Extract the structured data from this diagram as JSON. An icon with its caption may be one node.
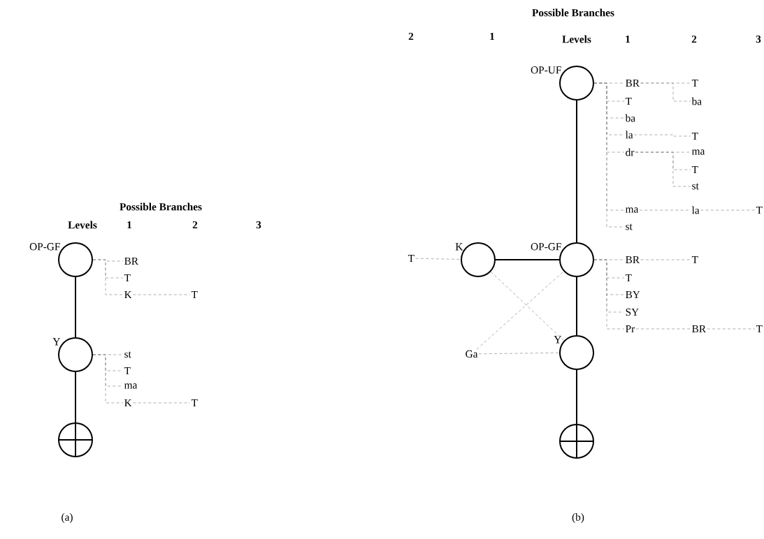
{
  "diagram": {
    "nodes": [
      {
        "text": [],
        "shape": "circle",
        "beside": [
          "OP-GF"
        ]
      },
      {
        "text": [
          "BR"
        ]
      },
      {
        "text": [
          "T"
        ]
      },
      {
        "text": [
          "K"
        ]
      },
      {
        "text": [
          "T"
        ]
      },
      {
        "text": [],
        "shape": "circle",
        "beside": [
          "Y"
        ]
      },
      {
        "text": [
          "st"
        ]
      },
      {
        "text": [
          "T"
        ]
      },
      {
        "text": [
          "ma"
        ]
      },
      {
        "text": [
          "K"
        ]
      },
      {
        "text": [
          "T"
        ]
      },
      {
        "text": [],
        "shape": "junction"
      },
      {
        "text": [],
        "shape": "circle",
        "beside": [
          "OP-UF"
        ]
      },
      {
        "text": [
          "BR"
        ]
      },
      {
        "text": [
          "T"
        ]
      },
      {
        "text": [
          "ba"
        ]
      },
      {
        "text": [
          "T"
        ]
      },
      {
        "text": [
          "ba"
        ]
      },
      {
        "text": [
          "la"
        ]
      },
      {
        "text": [
          "T"
        ]
      },
      {
        "text": [
          "dr"
        ]
      },
      {
        "text": [
          "ma"
        ]
      },
      {
        "text": [
          "T"
        ]
      },
      {
        "text": [
          "st"
        ]
      },
      {
        "text": [
          "ma"
        ]
      },
      {
        "text": [
          "la"
        ]
      },
      {
        "text": [
          "T"
        ]
      },
      {
        "text": [
          "st"
        ]
      },
      {
        "text": [
          "T"
        ]
      },
      {
        "text": [],
        "shape": "circle",
        "beside": [
          "K"
        ]
      },
      {
        "text": [],
        "shape": "circle",
        "beside": [
          "OP-GF"
        ]
      },
      {
        "text": [
          "BR"
        ]
      },
      {
        "text": [
          "T"
        ]
      },
      {
        "text": [
          "T"
        ]
      },
      {
        "text": [
          "BY"
        ]
      },
      {
        "text": [
          "SY"
        ]
      },
      {
        "text": [
          "Pr"
        ]
      },
      {
        "text": [
          "BR"
        ]
      },
      {
        "text": [
          "T"
        ]
      },
      {
        "text": [
          "Ga"
        ]
      },
      {
        "text": [],
        "shape": "circle",
        "beside": [
          "Y"
        ]
      },
      {
        "text": [],
        "shape": "junction"
      }
    ],
    "edges": [
      {
        "from": 0,
        "to": 1,
        "arrow": "none",
        "style": "dashed"
      },
      {
        "from": 0,
        "to": 2,
        "arrow": "none",
        "style": "dashed"
      },
      {
        "from": 0,
        "to": 3,
        "arrow": "none",
        "style": "dashed"
      },
      {
        "from": 3,
        "to": 4,
        "arrow": "none",
        "style": "dashed"
      },
      {
        "from": 5,
        "to": 6,
        "arrow": "none",
        "style": "dashed"
      },
      {
        "from": 5,
        "to": 7,
        "arrow": "none",
        "style": "dashed"
      },
      {
        "from": 5,
        "to": 8,
        "arrow": "none",
        "style": "dashed"
      },
      {
        "from": 5,
        "to": 9,
        "arrow": "none",
        "style": "dashed"
      },
      {
        "from": 9,
        "to": 10,
        "arrow": "none",
        "style": "dashed"
      },
      {
        "from": 0,
        "to": 5,
        "arrow": "none",
        "color": "#000000"
      },
      {
        "from": 5,
        "to": 11,
        "arrow": "none",
        "color": "#000000"
      },
      {
        "from": 12,
        "to": 13,
        "arrow": "none",
        "style": "dashed"
      },
      {
        "from": 13,
        "to": 14,
        "arrow": "none",
        "style": "dashed"
      },
      {
        "from": 13,
        "to": 15,
        "arrow": "none",
        "style": "dashed"
      },
      {
        "from": 12,
        "to": 16,
        "arrow": "none",
        "style": "dashed"
      },
      {
        "from": 12,
        "to": 17,
        "arrow": "none",
        "style": "dashed"
      },
      {
        "from": 12,
        "to": 18,
        "arrow": "none",
        "style": "dashed"
      },
      {
        "from": 18,
        "to": 19,
        "arrow": "none",
        "style": "dashed"
      },
      {
        "from": 12,
        "to": 20,
        "arrow": "none",
        "style": "dashed"
      },
      {
        "from": 20,
        "to": 21,
        "arrow": "none",
        "style": "dashed"
      },
      {
        "from": 20,
        "to": 22,
        "arrow": "none",
        "style": "dashed"
      },
      {
        "from": 20,
        "to": 23,
        "arrow": "none",
        "style": "dashed"
      },
      {
        "from": 12,
        "to": 24,
        "arrow": "none",
        "style": "dashed"
      },
      {
        "from": 24,
        "to": 25,
        "arrow": "none",
        "style": "dashed"
      },
      {
        "from": 25,
        "to": 26,
        "arrow": "none",
        "style": "dashed"
      },
      {
        "from": 12,
        "to": 27,
        "arrow": "none",
        "style": "dashed"
      },
      {
        "from": 12,
        "to": 30,
        "arrow": "none",
        "color": "#000000"
      },
      {
        "from": 28,
        "to": 29,
        "arrow": "none",
        "style": "dashed"
      },
      {
        "from": 29,
        "to": 30,
        "arrow": "none",
        "color": "#000000"
      },
      {
        "from": 30,
        "to": 31,
        "arrow": "none",
        "style": "dashed"
      },
      {
        "from": 31,
        "to": 32,
        "arrow": "none",
        "style": "dashed"
      },
      {
        "from": 30,
        "to": 33,
        "arrow": "none",
        "style": "dashed"
      },
      {
        "from": 30,
        "to": 34,
        "arrow": "none",
        "style": "dashed"
      },
      {
        "from": 30,
        "to": 35,
        "arrow": "none",
        "style": "dashed"
      },
      {
        "from": 30,
        "to": 36,
        "arrow": "none",
        "style": "dashed"
      },
      {
        "from": 36,
        "to": 37,
        "arrow": "none",
        "style": "dashed"
      },
      {
        "from": 37,
        "to": 38,
        "arrow": "none",
        "style": "dashed"
      },
      {
        "from": 39,
        "to": 30,
        "arrow": "none",
        "style": "dashed"
      },
      {
        "from": 29,
        "to": 40,
        "arrow": "none",
        "style": "dashed"
      },
      {
        "from": 39,
        "to": 40,
        "arrow": "none",
        "style": "dashed"
      },
      {
        "from": 30,
        "to": 40,
        "arrow": "none",
        "color": "#000000"
      },
      {
        "from": 40,
        "to": 41,
        "arrow": "none",
        "color": "#000000"
      }
    ],
    "labels": [
      "Possible Branches",
      "Levels",
      "1",
      "2",
      "3",
      "Possible Branches",
      "2",
      "1",
      "Levels",
      "1",
      "2",
      "3",
      "(a)",
      "(b)"
    ]
  }
}
